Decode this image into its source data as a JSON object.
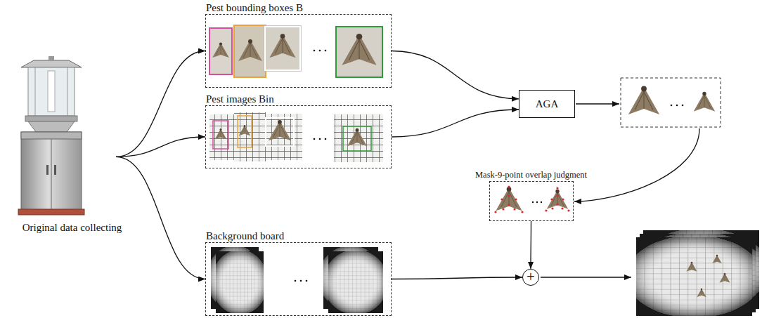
{
  "diagram": {
    "nodes": [
      {
        "text": [
          "Original data collecting"
        ]
      },
      {
        "text": [
          "Pest bounding boxes B"
        ]
      },
      {
        "text": [
          "Pest images Bin"
        ]
      },
      {
        "text": [
          "Background board"
        ]
      },
      {
        "text": [
          "AGA"
        ]
      },
      {
        "text": [
          "Mask-9-point overlap judgment"
        ]
      },
      {
        "text": [
          "+"
        ]
      }
    ],
    "edges": [
      {
        "from": 0,
        "to": 1,
        "arrow": "to"
      },
      {
        "from": 0,
        "to": 2,
        "arrow": "to"
      },
      {
        "from": 0,
        "to": 3,
        "arrow": "to"
      },
      {
        "from": 1,
        "to": 4,
        "arrow": "to"
      },
      {
        "from": 2,
        "to": 4,
        "arrow": "to"
      },
      {
        "from": 3,
        "to": 6,
        "arrow": "to"
      },
      {
        "from": 5,
        "to": 6,
        "arrow": "to"
      }
    ]
  }
}
